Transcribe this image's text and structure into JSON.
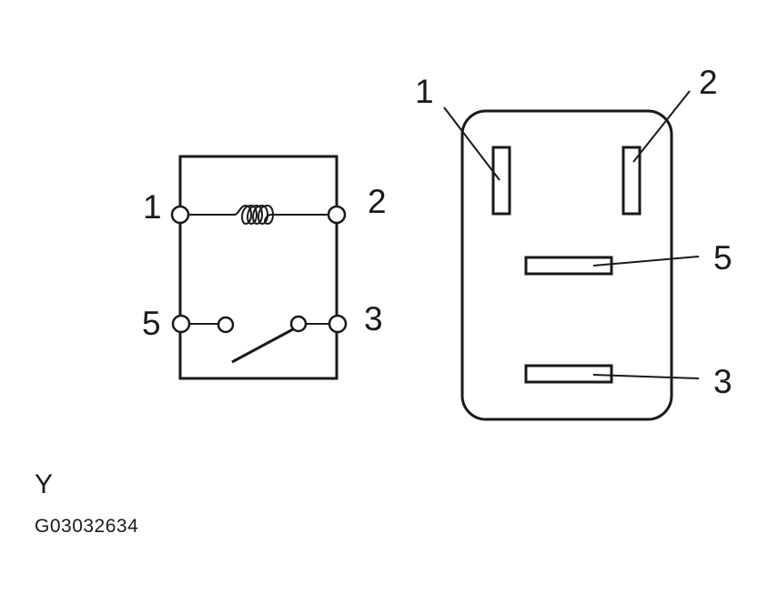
{
  "schematic": {
    "pins": {
      "p1": "1",
      "p2": "2",
      "p5": "5",
      "p3": "3"
    },
    "coil": "relay coil between pins 1 and 2",
    "switch": "normally open contact between pins 5 and 3"
  },
  "connector": {
    "pins": {
      "p1": "1",
      "p2": "2",
      "p5": "5",
      "p3": "3"
    }
  },
  "caption": {
    "view_letter": "Y",
    "figure_id": "G03032634"
  }
}
